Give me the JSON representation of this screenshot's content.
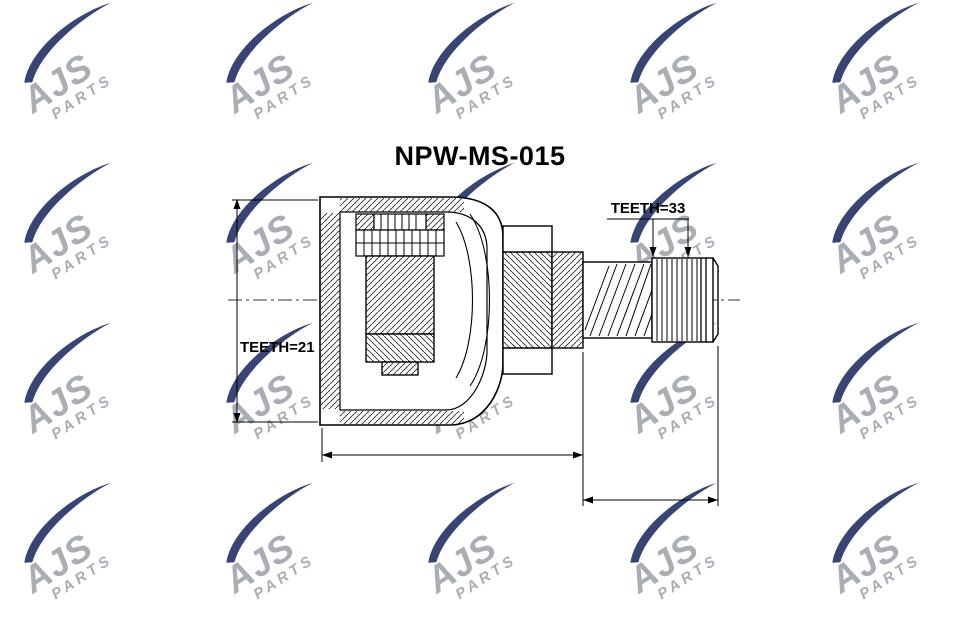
{
  "title": "NPW-MS-015",
  "watermark": {
    "brand": "AJS",
    "sub": "PARTS",
    "swoosh_color": "#2e3c6d",
    "text_color": "#a5aab2"
  },
  "labels": {
    "teeth_inner": "TEETH=21",
    "teeth_outer": "TEETH=33"
  },
  "drawing": {
    "description": "CV joint inner housing cross-section with splined output shaft",
    "line_color": "#000000"
  }
}
